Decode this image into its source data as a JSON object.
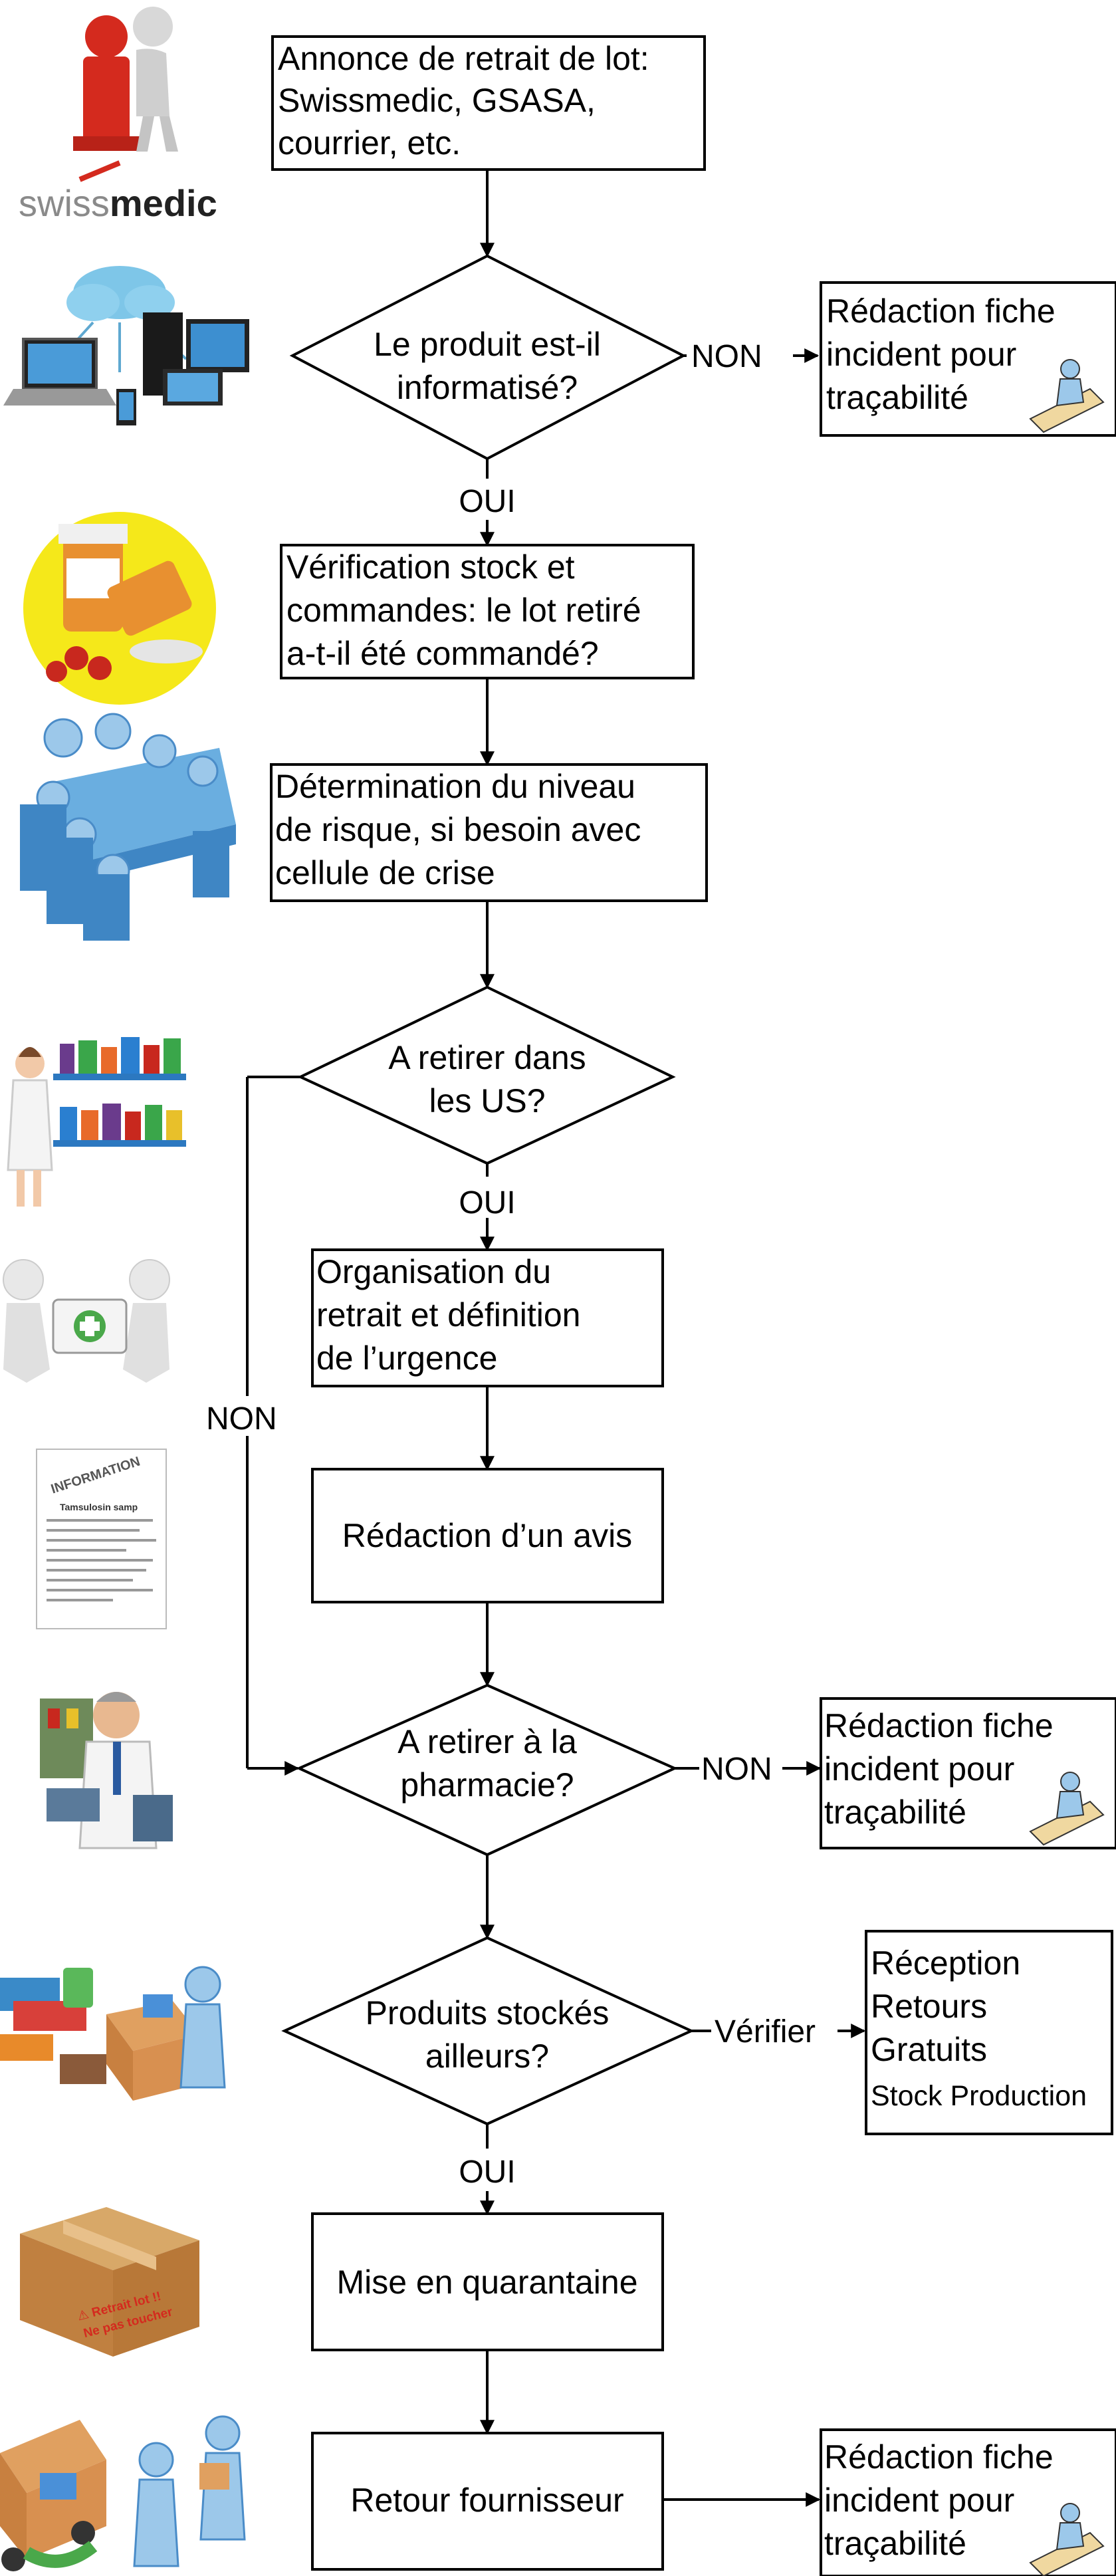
{
  "flowchart": {
    "annonce": [
      "Annonce de retrait de lot:",
      "Swissmedic, GSASA,",
      "courrier, etc."
    ],
    "logo_text": {
      "part1": "swiss",
      "part2": "medic"
    },
    "q_informatise": [
      "Le produit est-il",
      "informatisé?"
    ],
    "fiche1": [
      "Rédaction fiche",
      "incident pour",
      "traçabilité"
    ],
    "verification": [
      "Vérification stock et",
      "commandes: le lot retiré",
      "a-t-il été commandé?"
    ],
    "determination": [
      "Détermination du niveau",
      "de risque, si besoin avec",
      "cellule de crise"
    ],
    "q_us": [
      "A retirer dans",
      "les US?"
    ],
    "organisation": [
      "Organisation du",
      "retrait et définition",
      "de l’urgence"
    ],
    "avis": [
      "Rédaction d’un avis"
    ],
    "q_pharmacie": [
      "A retirer à la",
      "pharmacie?"
    ],
    "fiche2": [
      "Rédaction fiche",
      "incident pour",
      "traçabilité"
    ],
    "q_ailleurs": [
      "Produits stockés",
      "ailleurs?"
    ],
    "verifier_box": [
      "Réception",
      "Retours",
      "Gratuits",
      "Stock Production"
    ],
    "quarantaine": [
      "Mise en quarantaine"
    ],
    "retour": [
      "Retour fournisseur"
    ],
    "fiche3": [
      "Rédaction fiche",
      "incident pour",
      "traçabilité"
    ],
    "labels": {
      "oui": "OUI",
      "non": "NON",
      "verifier": "Vérifier"
    },
    "box_label": [
      "⚠ Retrait lot !!",
      "Ne pas toucher"
    ],
    "info_doc_title": "INFORMATION",
    "info_doc_heading": "Tamsulosin samp"
  }
}
